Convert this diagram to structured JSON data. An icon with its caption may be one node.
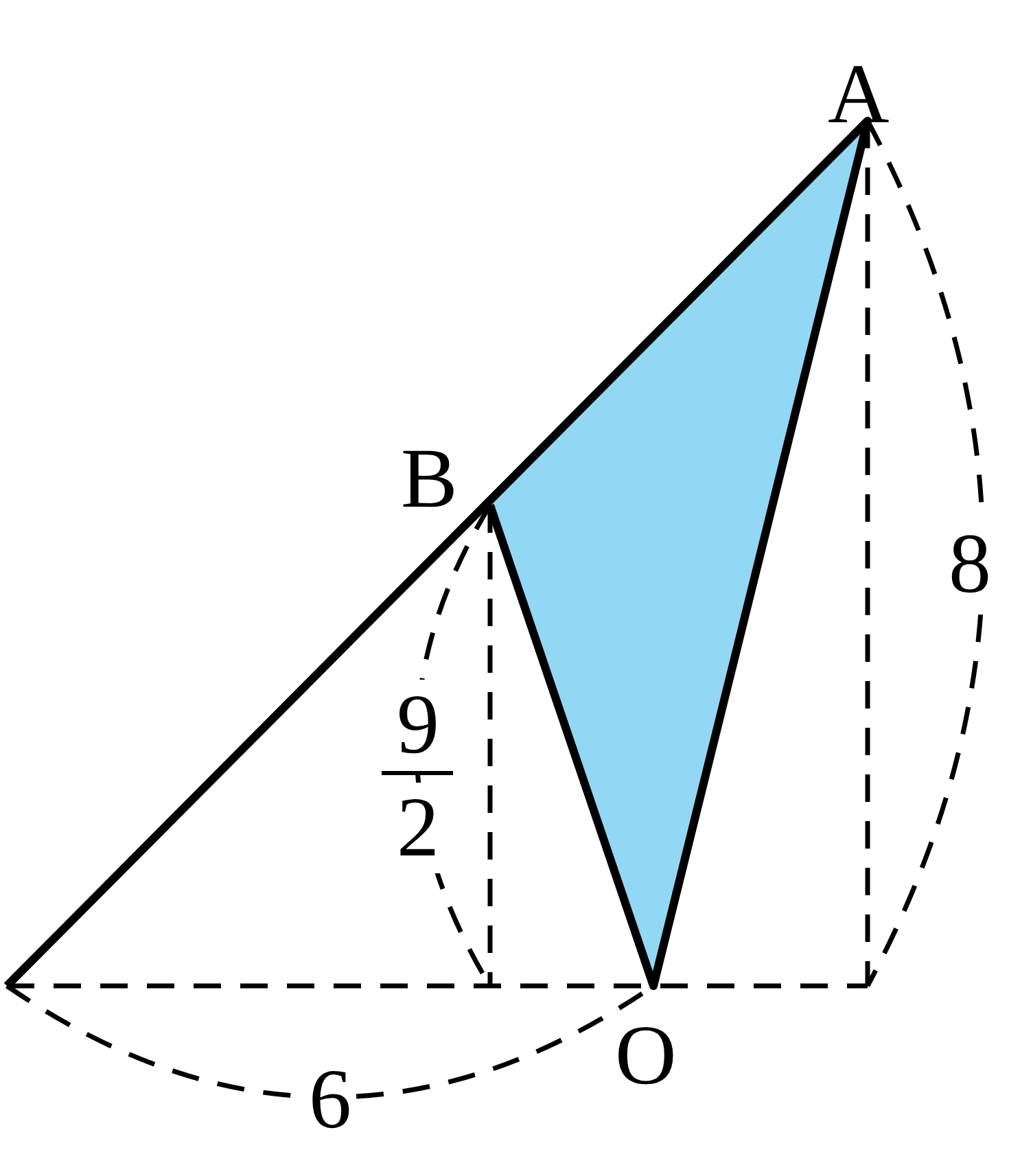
{
  "diagram": {
    "labels": [
      "A",
      "B",
      "8",
      "9",
      "2",
      "O",
      "6"
    ]
  }
}
